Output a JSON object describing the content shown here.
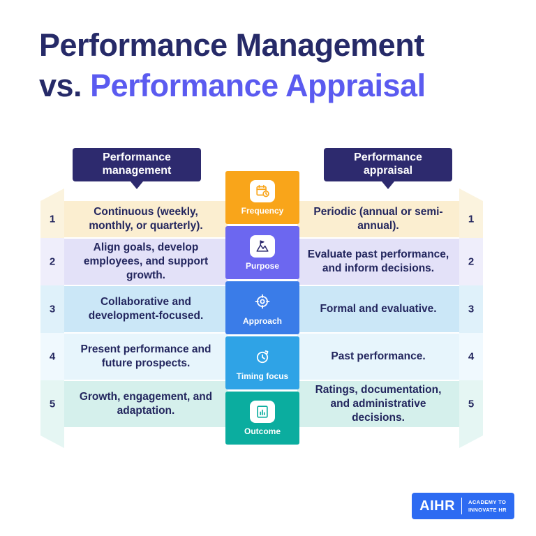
{
  "title": {
    "line1": "Performance Management",
    "line2_prefix": "vs. ",
    "line2_accent": "Performance Appraisal"
  },
  "headers": {
    "left": "Performance management",
    "right": "Performance appraisal"
  },
  "categories": [
    {
      "label": "Frequency",
      "icon": "calendar-clock-icon",
      "color": "#F9A51A"
    },
    {
      "label": "Purpose",
      "icon": "flag-mountain-icon",
      "color": "#6C67F0"
    },
    {
      "label": "Approach",
      "icon": "target-icon",
      "color": "#3A7CE8"
    },
    {
      "label": "Timing focus",
      "icon": "stopwatch-icon",
      "color": "#2FA3E6"
    },
    {
      "label": "Outcome",
      "icon": "chart-document-icon",
      "color": "#0BAD9F"
    }
  ],
  "rows": [
    {
      "number": "1",
      "left": "Continuous (weekly, monthly, or quarterly).",
      "right": "Periodic (annual or semi-annual)."
    },
    {
      "number": "2",
      "left": "Align goals, develop employees, and support growth.",
      "right": "Evaluate past performance, and inform decisions."
    },
    {
      "number": "3",
      "left": "Collaborative and development-focused.",
      "right": "Formal and evaluative."
    },
    {
      "number": "4",
      "left": "Present performance and future prospects.",
      "right": "Past performance."
    },
    {
      "number": "5",
      "left": "Growth, engagement, and adaptation.",
      "right": "Ratings, documentation, and administrative decisions."
    }
  ],
  "logo": {
    "brand": "AIHR",
    "tagline_line1": "ACADEMY TO",
    "tagline_line2": "INNOVATE HR"
  },
  "colors": {
    "title_navy": "#262A68",
    "title_accent": "#5B5BF0",
    "badge_bg": "#2D2A6E",
    "text_navy": "#23265E",
    "row_bg": [
      "#FBEED0",
      "#E3E1F8",
      "#CBE7F7",
      "#E7F5FC",
      "#D5F0EC"
    ],
    "wing_bg": [
      "#FBF3DE",
      "#EFEEFB",
      "#DFF1FA",
      "#F0F9FE",
      "#E5F6F3"
    ],
    "logo_blue": "#2D6BF2"
  }
}
